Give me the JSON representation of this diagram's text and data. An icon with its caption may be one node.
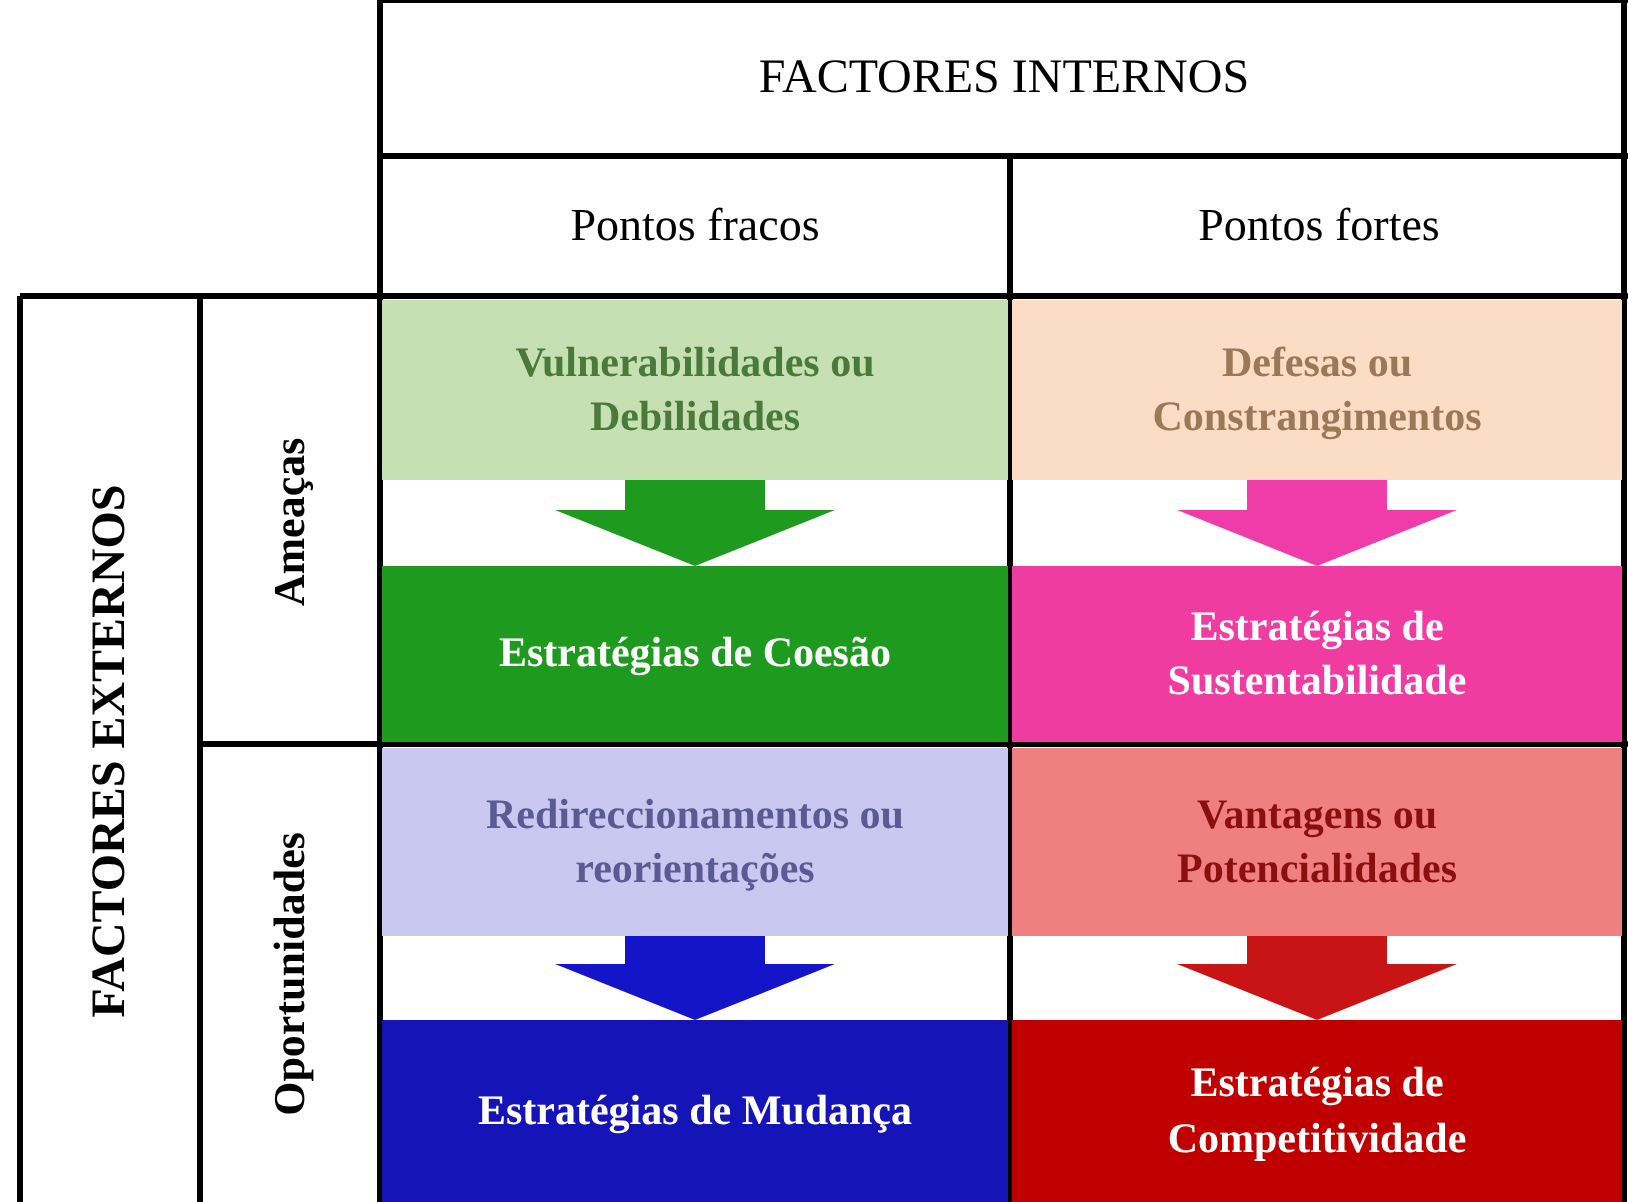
{
  "diagram": {
    "nodes": [
      {
        "text": [
          "Vulnerabilidades ou Debilidades"
        ]
      },
      {
        "text": [
          "Defesas ou Constrangimentos"
        ]
      },
      {
        "text": [
          "Estratégias de Coesão"
        ]
      },
      {
        "text": [
          "Estratégias de Sustentabilidade"
        ]
      },
      {
        "text": [
          "Redireccionamentos ou reorientações"
        ]
      },
      {
        "text": [
          "Vantagens ou Potencialidades"
        ]
      },
      {
        "text": [
          "Estratégias de Mudança"
        ]
      },
      {
        "text": [
          "Estratégias de Competitividade"
        ]
      }
    ],
    "edges": [
      {
        "from": 0,
        "to": 2,
        "arrow": "to",
        "color": "#1e9a1e"
      },
      {
        "from": 1,
        "to": 3,
        "arrow": "to",
        "color": "#f03ca8"
      },
      {
        "from": 4,
        "to": 6,
        "arrow": "to",
        "color": "#1414c8"
      },
      {
        "from": 5,
        "to": 7,
        "arrow": "to",
        "color": "#c81414"
      }
    ],
    "labels": [
      "FACTORES INTERNOS",
      "Pontos fracos",
      "Pontos fortes",
      "FACTORES EXTERNOS",
      "Ameaças",
      "Oportunidades"
    ]
  }
}
